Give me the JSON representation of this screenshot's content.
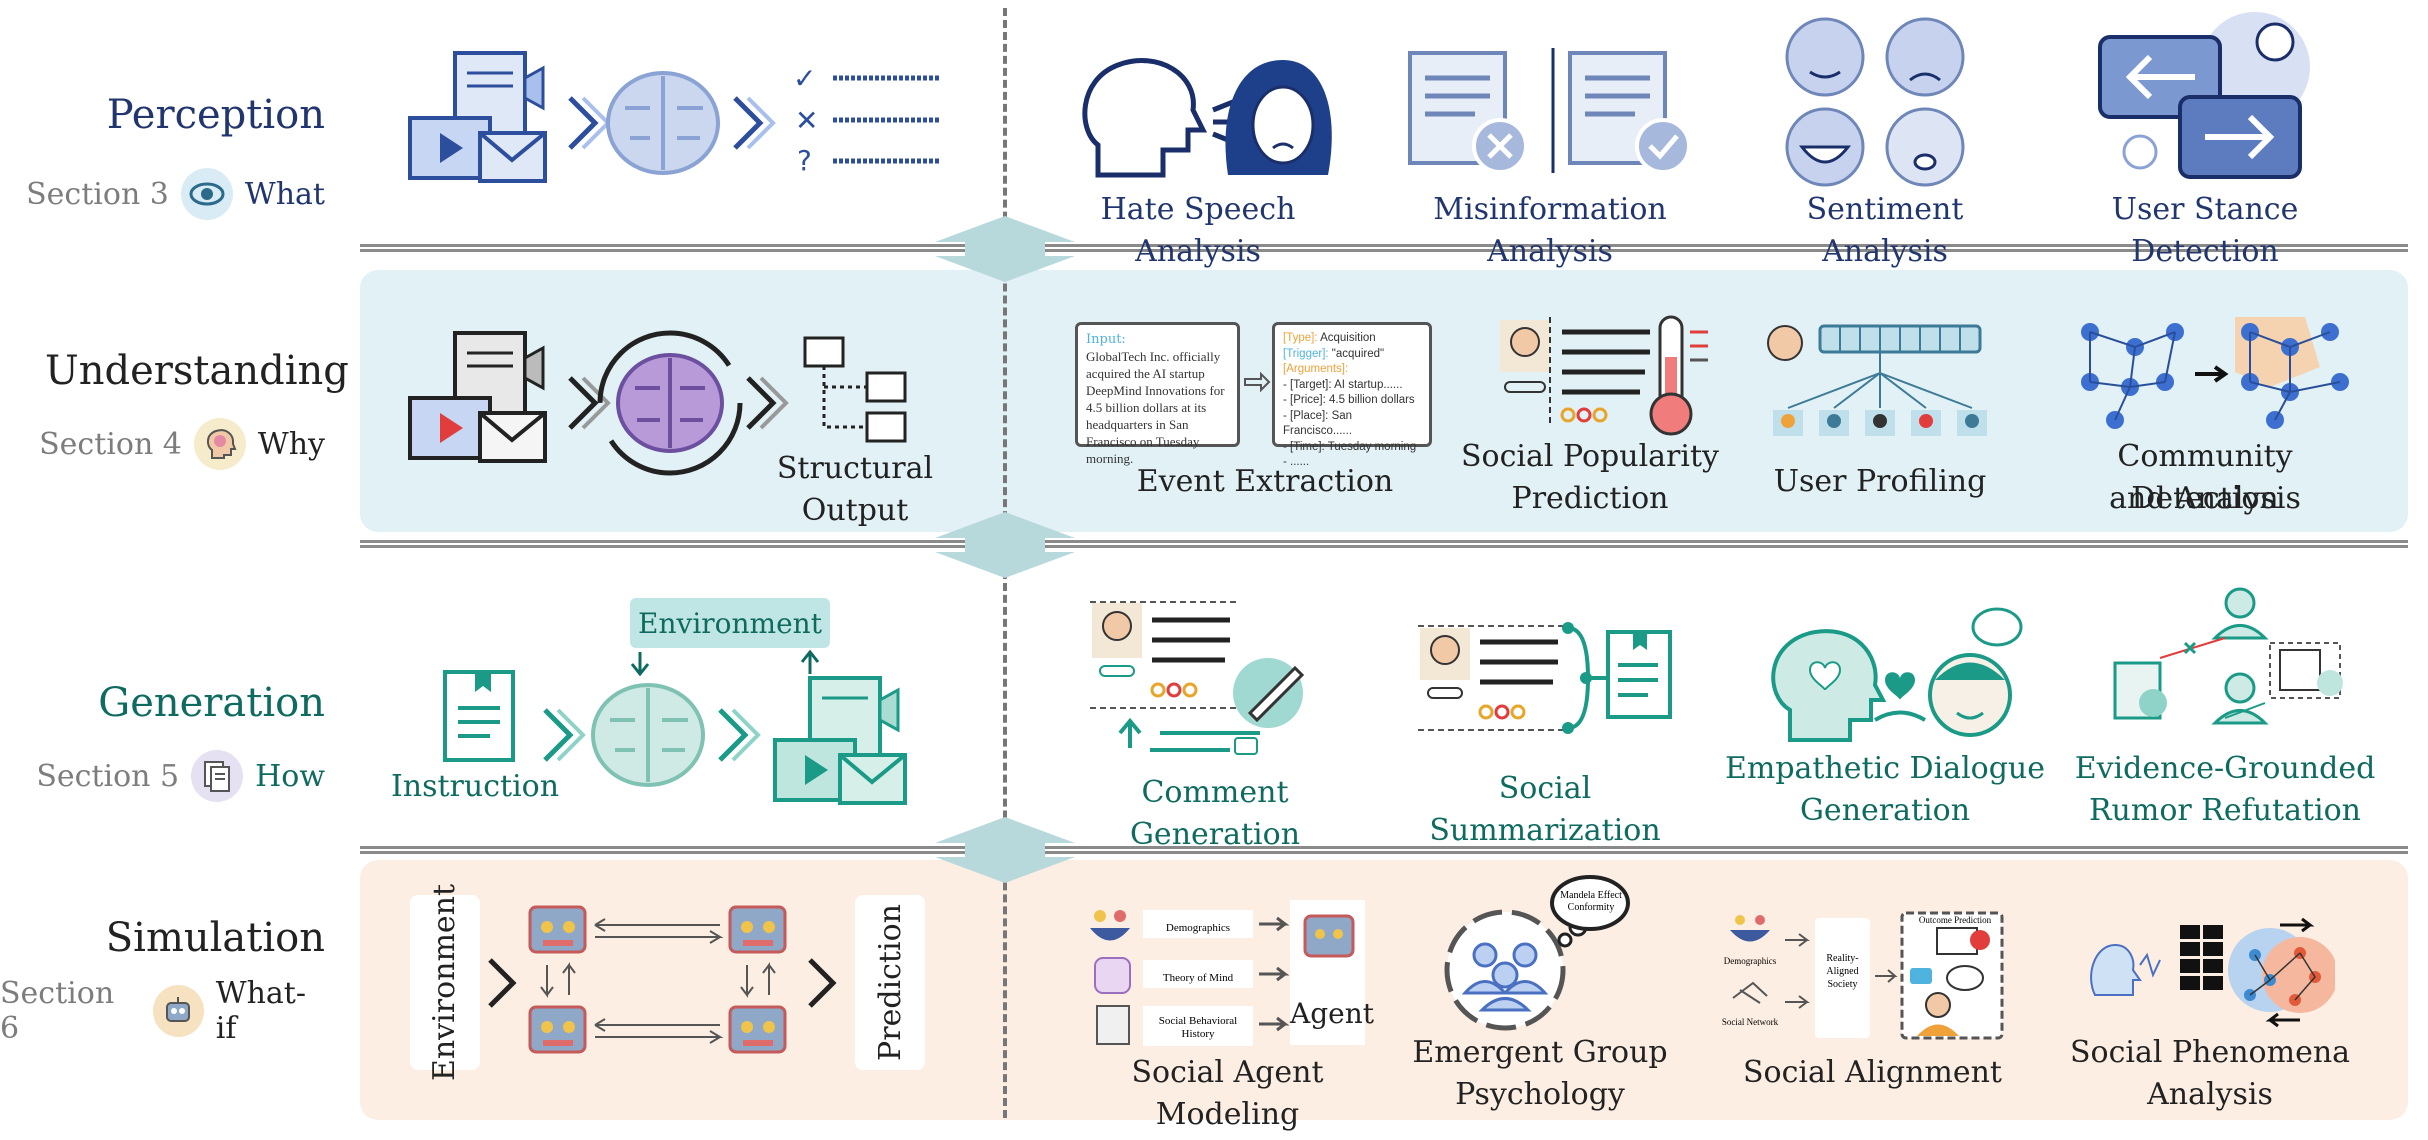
{
  "rows": [
    {
      "title": "Perception",
      "section": "Section 3",
      "question": "What",
      "title_color": "#21366f"
    },
    {
      "title": "Understanding",
      "section": "Section 4",
      "question": "Why",
      "title_color": "#222222"
    },
    {
      "title": "Generation",
      "section": "Section 5",
      "question": "How",
      "title_color": "#0f6b5f"
    },
    {
      "title": "Simulation",
      "section": "Section 6",
      "question": "What-if",
      "title_color": "#222222"
    }
  ],
  "perception": {
    "tasks": [
      "Hate Speech Analysis",
      "Misinformation Analysis",
      "Sentiment Analysis",
      "User Stance Detection"
    ],
    "check_marks": [
      "✓",
      "✕",
      "?"
    ]
  },
  "understanding": {
    "pipeline_output": "Structural Output",
    "event_input": {
      "label": "Input:",
      "text": "GlobalTech Inc. officially acquired the AI startup DeepMind Innovations for 4.5 billion dollars at its headquarters in San Francisco on Tuesday morning."
    },
    "event_output": {
      "type_label": "[Type]:",
      "type_value": "Acquisition",
      "trigger_label": "[Trigger]:",
      "trigger_value": "\"acquired\"",
      "arguments_label": "[Arguments]:",
      "args": [
        "- [Target]: AI startup......",
        "- [Price]: 4.5 billion dollars",
        "- [Place]: San Francisco......",
        "- [Time]: Tuesday morning",
        "- ......"
      ]
    },
    "tasks": [
      "Event Extraction",
      "Social Popularity",
      "Prediction",
      "User Profiling",
      "Community Detection",
      "and Analysis"
    ]
  },
  "generation": {
    "environment": "Environment",
    "instruction": "Instruction",
    "tasks": [
      "Comment Generation",
      "Social Summarization",
      "Empathetic Dialogue",
      "Generation",
      "Evidence-Grounded",
      "Rumor Refutation"
    ]
  },
  "simulation": {
    "environment": "Environment",
    "prediction": "Prediction",
    "agent_inputs": [
      "Demographics",
      "Theory of Mind",
      "Social Behavioral History"
    ],
    "agent": "Agent",
    "thought_bubble": [
      "Mandela Effect",
      "Conformity"
    ],
    "alignment_inputs": [
      "Demographics",
      "Social Network"
    ],
    "reality_box": "Reality-Aligned Society",
    "outcome": "Outcome Prediction",
    "tasks": [
      "Social Agent Modeling",
      "Emergent Group",
      "Psychology",
      "Social Alignment",
      "Social Phenomena",
      "Analysis"
    ]
  },
  "colors": {
    "navy": "#21366f",
    "teal": "#0f6b5f",
    "light_blue_band": "#e1f1f5",
    "peach_band": "#fdeee3",
    "arrow": "#b7d9dc"
  }
}
